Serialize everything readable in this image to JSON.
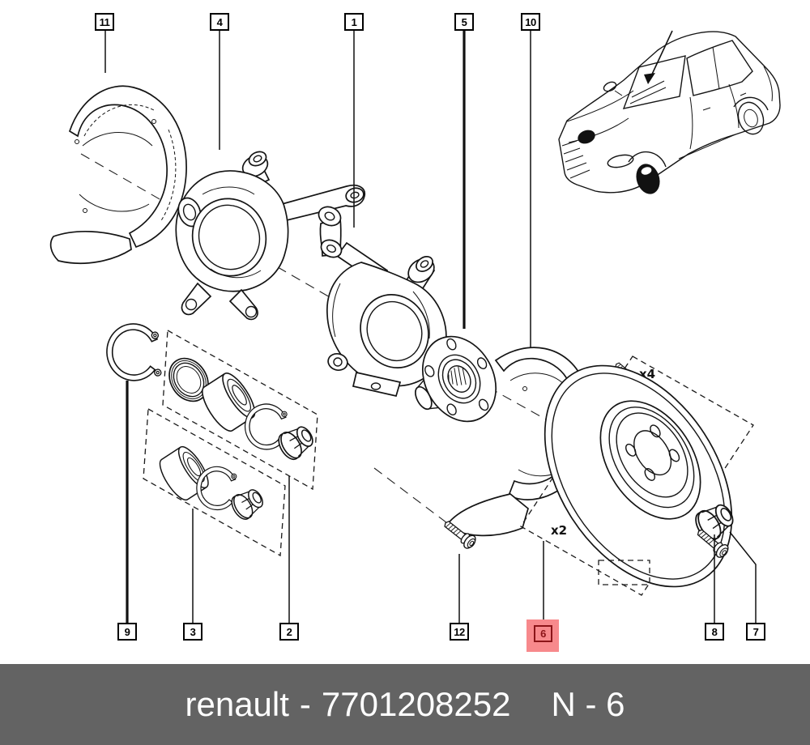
{
  "diagram": {
    "callouts": {
      "c11": "11",
      "c4": "4",
      "c1": "1",
      "c5": "5",
      "c10": "10",
      "c9": "9",
      "c3": "3",
      "c2": "2",
      "c12": "12",
      "c6": "6",
      "c8": "8",
      "c7": "7"
    },
    "highlighted_callout": "6",
    "quantity_labels": {
      "disc": "x2",
      "bolts": "x4"
    },
    "colors": {
      "highlight_fill": "#f7898c",
      "highlight_border": "#8b1418",
      "line": "#141414"
    }
  },
  "footer": {
    "brand": "renault",
    "separator": "-",
    "part_number": "7701208252",
    "page_ref": "N - 6",
    "background": "#636363",
    "text_color": "#ffffff"
  }
}
